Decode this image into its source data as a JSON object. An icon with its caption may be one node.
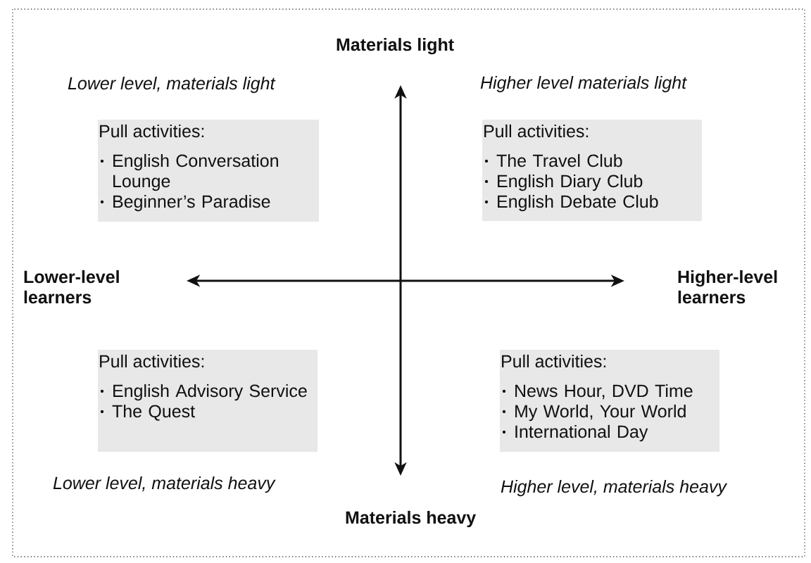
{
  "diagram": {
    "nodes": [
      {
        "text": [
          "Pull activities:",
          "English Conversation Lounge",
          "Beginner’s Paradise"
        ]
      },
      {
        "text": [
          "Pull activities:",
          "The Travel Club",
          "English Diary Club",
          "English Debate Club"
        ]
      },
      {
        "text": [
          "Pull activities:",
          "English Advisory Service",
          "The Quest"
        ]
      },
      {
        "text": [
          "Pull activities:",
          "News Hour, DVD Time",
          "My World, Your World",
          "International Day"
        ]
      }
    ],
    "labels": [
      "Materials light",
      "Lower level, materials light",
      "Higher level materials light",
      "Lower-level learners",
      "Higher-level learners",
      "Lower level, materials heavy",
      "Higher level, materials heavy",
      "Materials heavy"
    ]
  }
}
